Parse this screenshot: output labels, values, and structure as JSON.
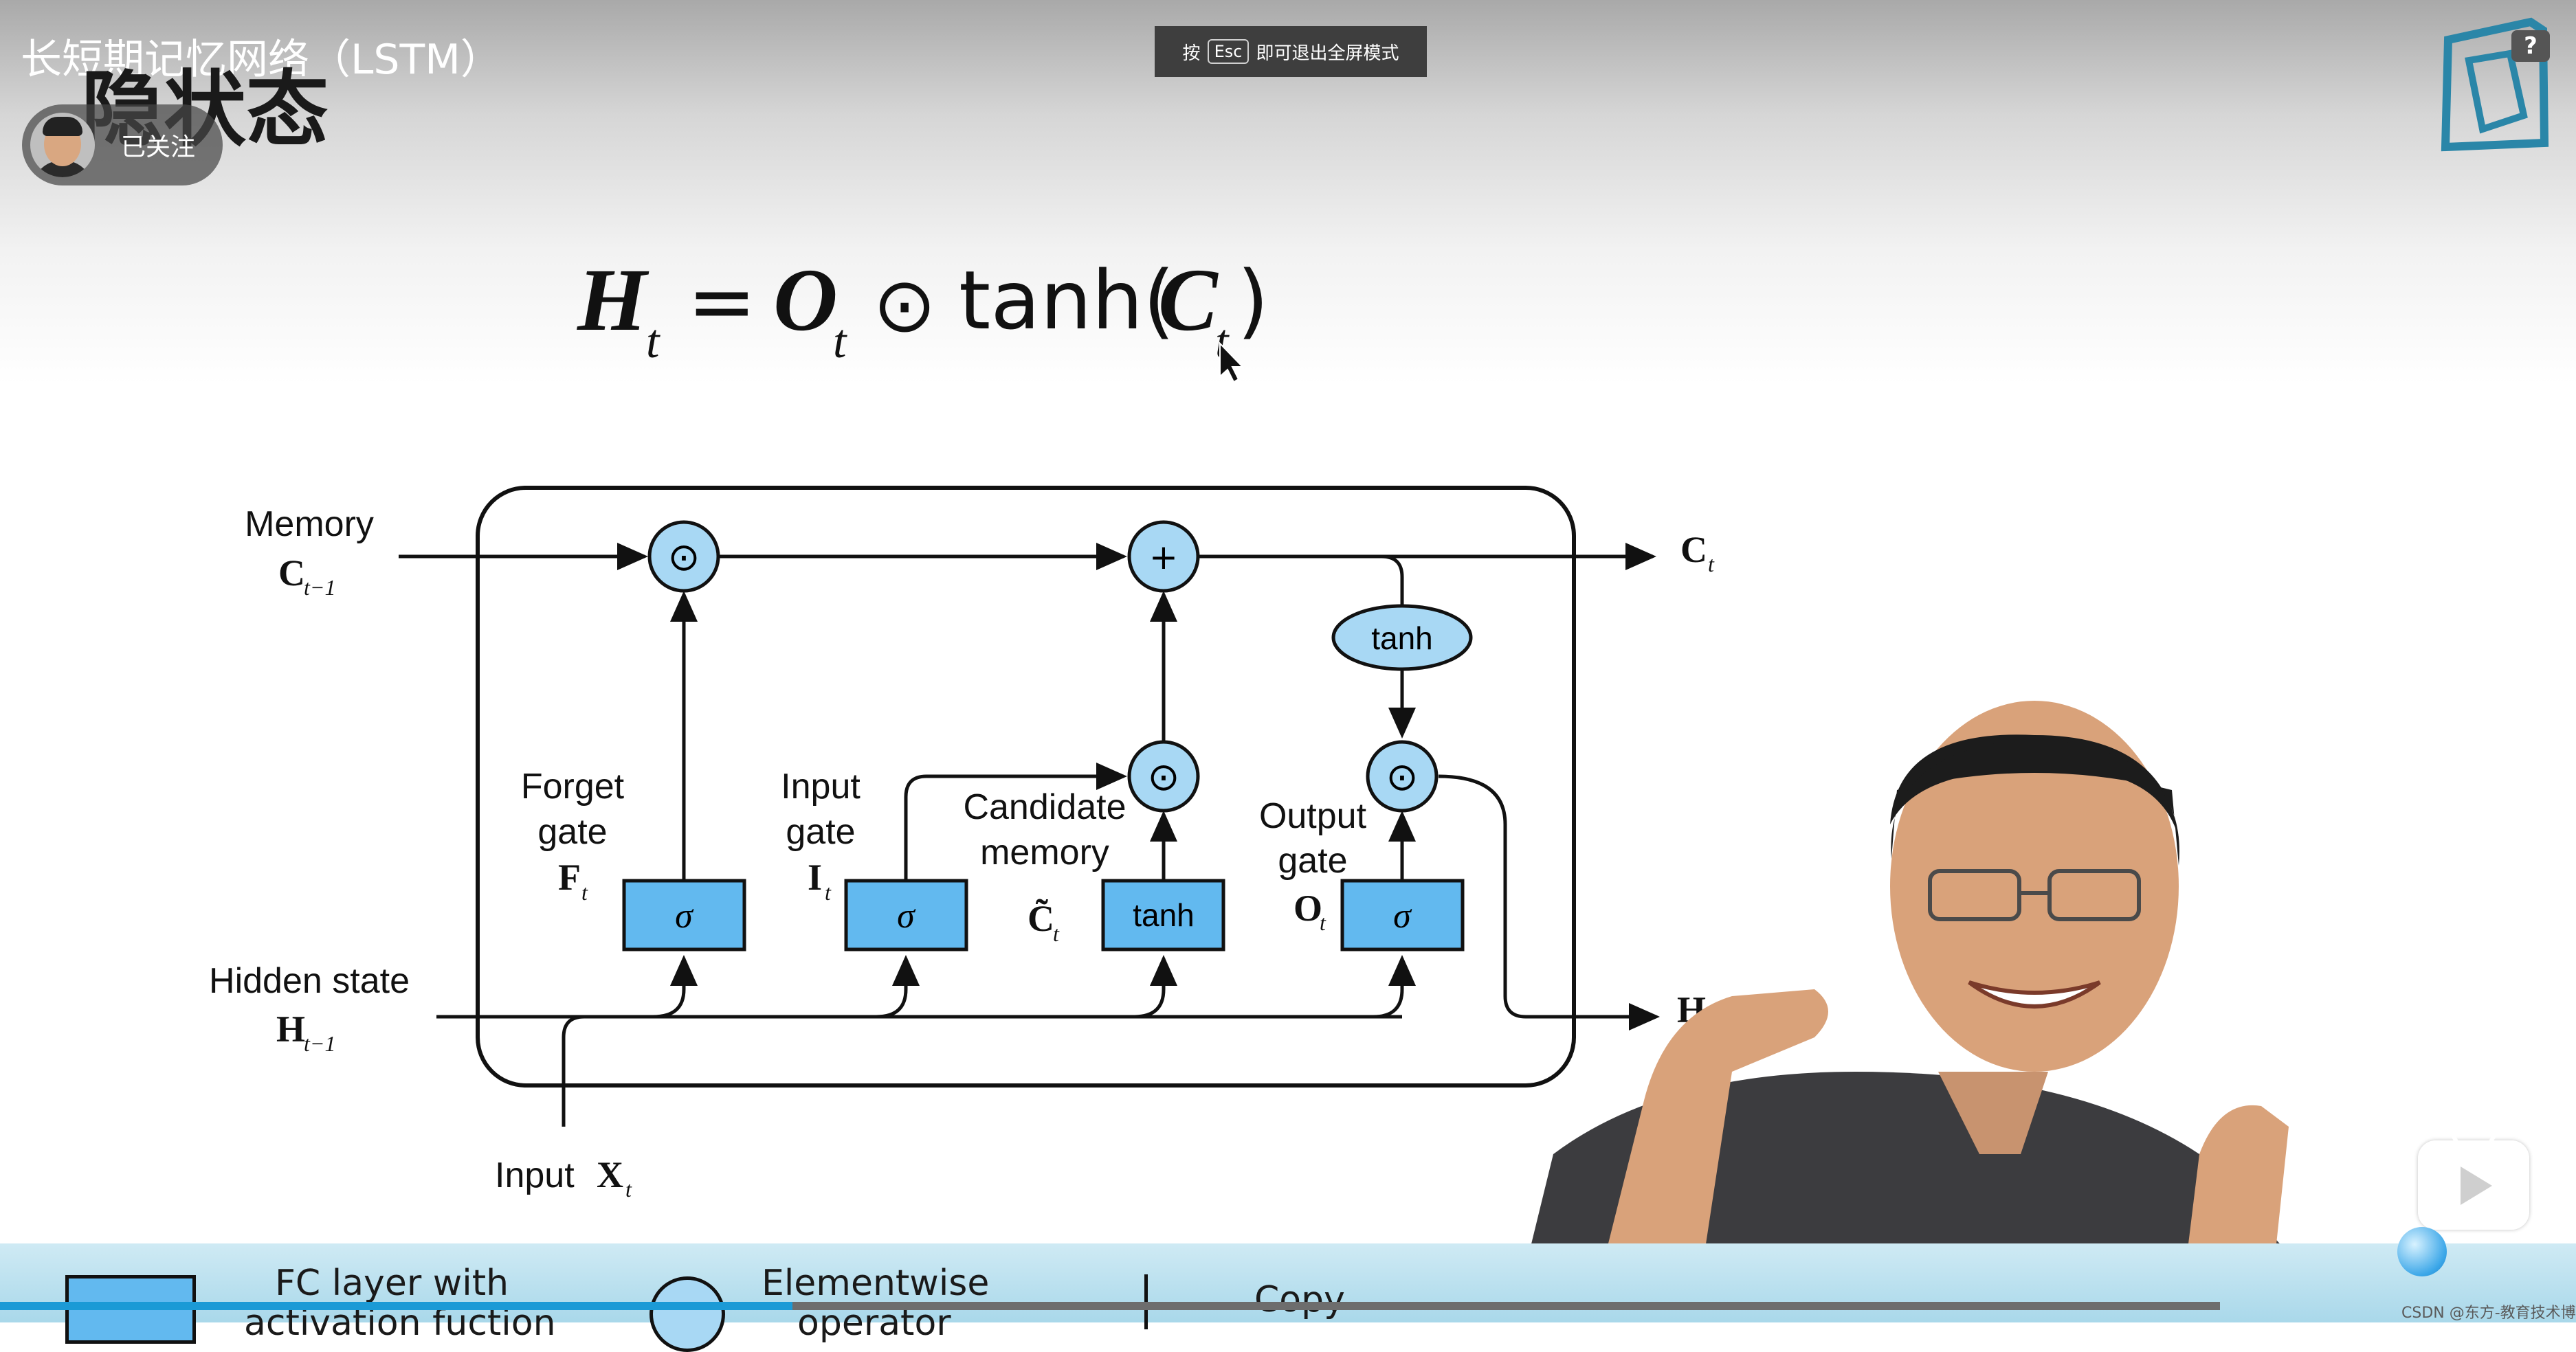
{
  "video": {
    "title": "长短期记忆网络（LSTM）",
    "channel_credit": "CSDN @东方-教育技术博主",
    "progress_fraction": 0.357
  },
  "overlay": {
    "esc_prefix": "按",
    "esc_key": "Esc",
    "esc_suffix": "即可退出全屏模式",
    "follow_label": "已关注",
    "help_label": "?"
  },
  "slide": {
    "heading": "隐状态",
    "equation": {
      "H": "H",
      "t1": "t",
      "eq": "=",
      "O": "O",
      "t2": "t",
      "odot": "⊙",
      "tanh": "tanh(",
      "C": "C",
      "t3": "t",
      "close": ")"
    },
    "diagram": {
      "memory_label": "Memory",
      "memory_var": "C",
      "memory_sub": "t−1",
      "output_c": "C",
      "output_c_sub": "t",
      "hidden_label": "Hidden state",
      "hidden_var": "H",
      "hidden_sub": "t−1",
      "output_h": "H",
      "input_label": "Input",
      "input_var": "X",
      "input_sub": "t",
      "forget_gate": [
        "Forget",
        "gate"
      ],
      "forget_var": "F",
      "input_gate": [
        "Input",
        "gate"
      ],
      "input_gate_var": "I",
      "candidate": [
        "Candidate",
        "memory"
      ],
      "candidate_var": "C̃",
      "output_gate": [
        "Output",
        "gate"
      ],
      "output_gate_var": "O",
      "sub_t": "t",
      "sigma": "σ",
      "tanh": "tanh",
      "plus": "+",
      "odot": "⊙"
    },
    "legend": {
      "fc_layer": [
        "FC layer with",
        "activation fuction"
      ],
      "elementwise": [
        "Elementwise",
        "operator"
      ],
      "copy": "Copy"
    }
  },
  "colors": {
    "gate_fill": "#62b9ef",
    "node_fill": "#a8d8f4",
    "progress": "#1b9ad6",
    "ink": "#111111"
  }
}
